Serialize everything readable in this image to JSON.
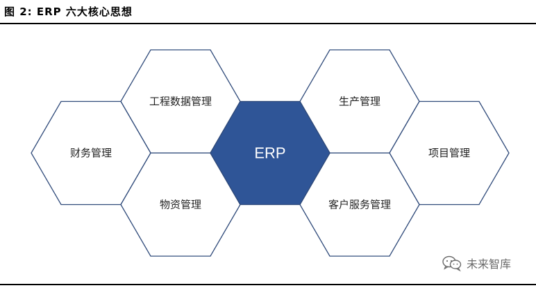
{
  "header": {
    "figure_title": "图 2:  ERP 六大核心思想"
  },
  "diagram": {
    "center_label": "ERP",
    "nodes": [
      "工程数据管理",
      "生产管理",
      "财务管理",
      "项目管理",
      "物资管理",
      "客户服务管理"
    ]
  },
  "colors": {
    "center_fill": "#2f5597",
    "hex_stroke": "#2f4a7a",
    "outer_fill": "#ffffff"
  },
  "watermark": {
    "text": "未来智库",
    "icon": "wechat-icon"
  }
}
